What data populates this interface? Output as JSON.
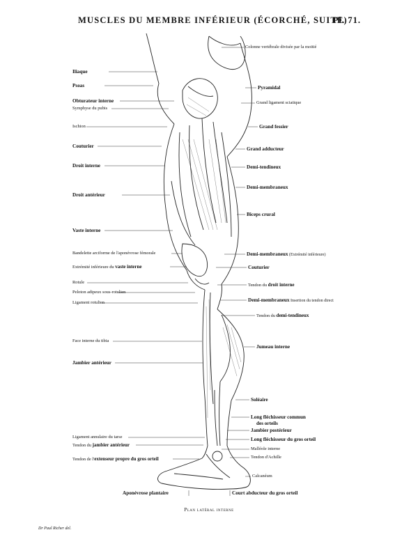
{
  "header": {
    "title": "MUSCLES DU MEMBRE INFÉRIEUR (ÉCORCHÉ, SUITE)",
    "plate": "Pl. 71."
  },
  "labels_left": [
    {
      "id": "iliaque",
      "text": "Iliaque",
      "bold": true
    },
    {
      "id": "psoas",
      "text": "Psoas",
      "bold": true
    },
    {
      "id": "obturateur",
      "text": "Obturateur interne",
      "bold": true
    },
    {
      "id": "symphyse",
      "text": "Symphyse du pubis",
      "bold": false
    },
    {
      "id": "ischion",
      "text": "Ischion",
      "bold": false
    },
    {
      "id": "couturier",
      "text": "Couturier",
      "bold": true
    },
    {
      "id": "droit-interne",
      "text": "Droit interne",
      "bold": true
    },
    {
      "id": "droit-anterieur",
      "text": "Droit antérieur",
      "bold": true
    },
    {
      "id": "vaste-interne",
      "text": "Vaste interne",
      "bold": true
    },
    {
      "id": "bandelette",
      "text": "Bandelette arciforme de l'aponévrose fémorale",
      "bold": false
    },
    {
      "id": "extremite-vaste",
      "text": "Extrémité inférieure du ",
      "bold_part": "vaste interne",
      "bold": false
    },
    {
      "id": "rotule",
      "text": "Rotule",
      "bold": false
    },
    {
      "id": "peloton",
      "text": "Peloton adipeux sous-rotulien",
      "bold": false
    },
    {
      "id": "ligament-rotulien",
      "text": "Ligament rotulien",
      "bold": false
    },
    {
      "id": "face-interne",
      "text": "Face interne du tibia",
      "bold": false
    },
    {
      "id": "jambier-anterieur",
      "text": "Jambier antérieur",
      "bold": true
    },
    {
      "id": "ligament-annulaire",
      "text": "Ligament annulaire du tarse",
      "bold": false
    },
    {
      "id": "tendon-jambier",
      "text": "Tendon du ",
      "bold_part": "jambier antérieur",
      "bold": false
    },
    {
      "id": "tendon-extenseur",
      "text": "Tendon de l'",
      "bold_part": "extenseur propre du gros orteil",
      "bold": false
    }
  ],
  "labels_right": [
    {
      "id": "colonne",
      "text": "Colonne vertébrale divisée par la moitié",
      "bold": false
    },
    {
      "id": "pyramidal",
      "text": "Pyramidal",
      "bold": true
    },
    {
      "id": "grand-ligament",
      "text": "Grand ligament sciatique",
      "bold": false
    },
    {
      "id": "grand-fessier",
      "text": "Grand fessier",
      "bold": true
    },
    {
      "id": "grand-adducteur",
      "text": "Grand adducteur",
      "bold": true
    },
    {
      "id": "demi-tendineux",
      "text": "Demi-tendineux",
      "bold": true
    },
    {
      "id": "demi-membraneux",
      "text": "Demi-membraneux",
      "bold": true
    },
    {
      "id": "biceps-crural",
      "text": "Biceps crural",
      "bold": true
    },
    {
      "id": "demi-membraneux-2",
      "text": "Demi-membraneux",
      "bold": true,
      "suffix": " (Extrémité inférieure)"
    },
    {
      "id": "couturier-2",
      "text": "Couturier",
      "bold": true
    },
    {
      "id": "tendon-droit-interne",
      "text": "Tendon du ",
      "bold_part": "droit interne",
      "bold": false
    },
    {
      "id": "demi-membraneux-3",
      "text": "Demi-membraneux",
      "bold": true,
      "suffix": " Insertion du tendon direct"
    },
    {
      "id": "tendon-demi-tendineux",
      "text": "Tendon du ",
      "bold_part": "demi-tendineux",
      "bold": false
    },
    {
      "id": "jumeau-interne",
      "text": "Jumeau interne",
      "bold": true
    },
    {
      "id": "soleaire",
      "text": "Soléaire",
      "bold": true
    },
    {
      "id": "long-flechisseur-commun",
      "text": "Long fléchisseur commun",
      "bold": true
    },
    {
      "id": "des-orteils",
      "text": "des orteils",
      "bold": true
    },
    {
      "id": "jambier-posterieur",
      "text": "Jambier postérieur",
      "bold": true
    },
    {
      "id": "long-flechisseur-gros",
      "text": "Long fléchisseur du gros orteil",
      "bold": true
    },
    {
      "id": "malleole",
      "text": "Malléole interne",
      "bold": false
    },
    {
      "id": "tendon-achille",
      "text": "Tendon d'Achille",
      "bold": false
    },
    {
      "id": "calcaneum",
      "text": "Calcanéum",
      "bold": false
    }
  ],
  "bottom": {
    "aponevrose": "Aponévrose plantaire",
    "court-abducteur": "Court abducteur du gros orteil",
    "caption": "Plan latéral interne",
    "credit": "Dr Paul Richer del."
  }
}
